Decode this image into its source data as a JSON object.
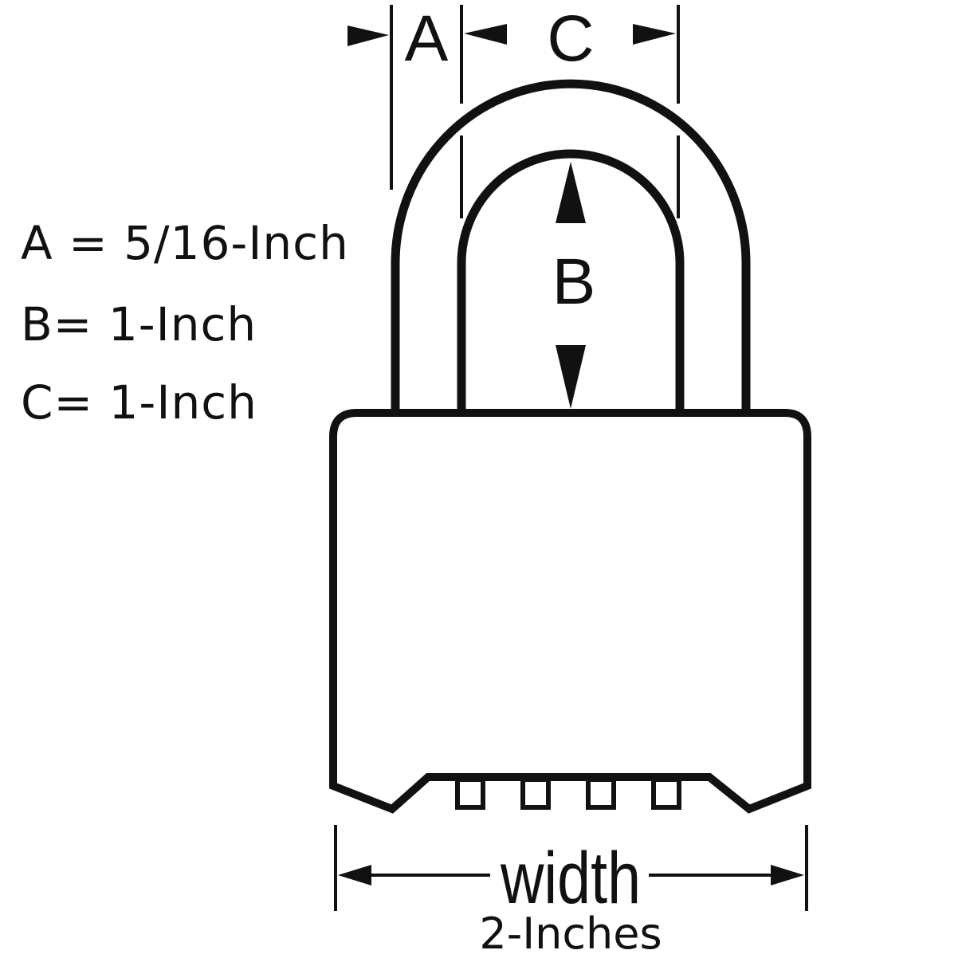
{
  "diagram": {
    "title": "Padlock dimensions",
    "colors": {
      "stroke": "#111111",
      "background": "#ffffff"
    },
    "dimension_letters": {
      "a": "A",
      "b": "B",
      "c": "C"
    },
    "width_label": "width",
    "width_value": "2-Inches",
    "legend": [
      {
        "key": "A",
        "text": "A = 5/16-Inch"
      },
      {
        "key": "B",
        "text": "B= 1-Inch"
      },
      {
        "key": "C",
        "text": "C= 1-Inch"
      }
    ],
    "parts": {
      "shackle": "shackle",
      "body": "lock-body",
      "dials": 4
    }
  }
}
